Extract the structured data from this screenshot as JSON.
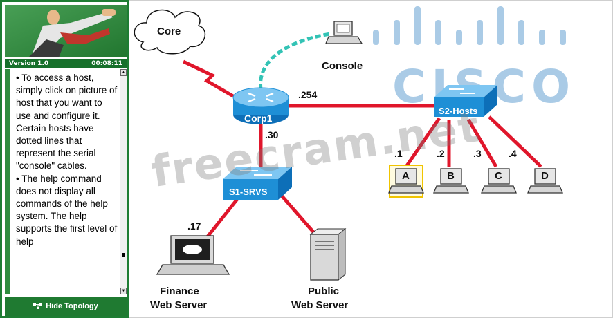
{
  "sidebar": {
    "version": "Version 1.0",
    "timer": "00:08:11",
    "instructions": [
      "• To access a host, simply click on picture of host that you want to use and configure it. Certain hosts have dotted lines that represent the serial \"console\" cables.",
      "• The help command does not display all commands of the help system. The help supports the first level of help"
    ],
    "hide_topology_label": "Hide Topology"
  },
  "topology": {
    "cloud_label": "Core",
    "console_label": "Console",
    "router_label": "Corp1",
    "switch_hosts_label": "S2-Hosts",
    "switch_servers_label": "S1-SRVS",
    "ip_router_s2": ".254",
    "ip_router_s1": ".30",
    "ip_finance": ".17",
    "host_ips": [
      ".1",
      ".2",
      ".3",
      ".4"
    ],
    "hosts": [
      "A",
      "B",
      "C",
      "D"
    ],
    "finance_label_1": "Finance",
    "finance_label_2": "Web Server",
    "public_label_1": "Public",
    "public_label_2": "Web Server"
  },
  "watermark": "freecram.net",
  "logo_text": "CISCO",
  "colors": {
    "link": "#e0162b",
    "console_link": "#33c3b5",
    "device_blue": "#1e8fd6",
    "panel_green": "#1f7a31"
  }
}
